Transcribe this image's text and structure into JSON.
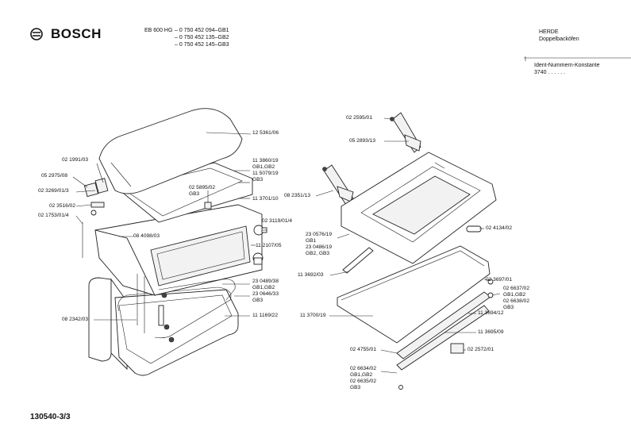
{
  "header": {
    "brand": "BOSCH",
    "model": "EB 600 HG",
    "codes": [
      "– 0 750 452 094–GB1",
      "– 0 750 452 135–GB2",
      "– 0 750 452 145–GB3"
    ],
    "category1": "HERDE",
    "category2": "Doppelbacköfen",
    "ident_label": "Ident-Nummern-Konstante",
    "ident_value": "3740   . .    . . . ."
  },
  "left_labels": [
    "02 1991/03",
    "05 2975/08",
    "02 3269/01/3",
    "02 3516/02",
    "02 1753/01/4",
    "08 4098/03",
    "08 2342/03",
    "12 5361/06",
    "11 3860/19",
    "GB1,GB2",
    "11 5079/19",
    "GB3",
    "02 5895/02",
    "GB3",
    "11 3701/10",
    "02 3119/01/4",
    "11 2107/05",
    "23 0489/38",
    "GB1,GB2",
    "23 0646/33",
    "GB3",
    "11 1169/22"
  ],
  "right_labels": [
    "02 2595/01",
    "05 2893/13",
    "08 2351/13",
    "23 0576/19",
    "GB1",
    "23 0486/19",
    "GB2, GB3",
    "02 4134/02",
    "11 3692/03",
    "02 3697/01",
    "02 6637/02",
    "GB1,GB2",
    "02 6638/02",
    "GB3",
    "11 3700/19",
    "11 3694/12",
    "11 3695/09",
    "02 4755/01",
    "02 2572/01",
    "02 6634/02",
    "GB1,GB2",
    "02 6635/02",
    "GB3"
  ],
  "footer": {
    "doc_number": "130540-3/3"
  }
}
